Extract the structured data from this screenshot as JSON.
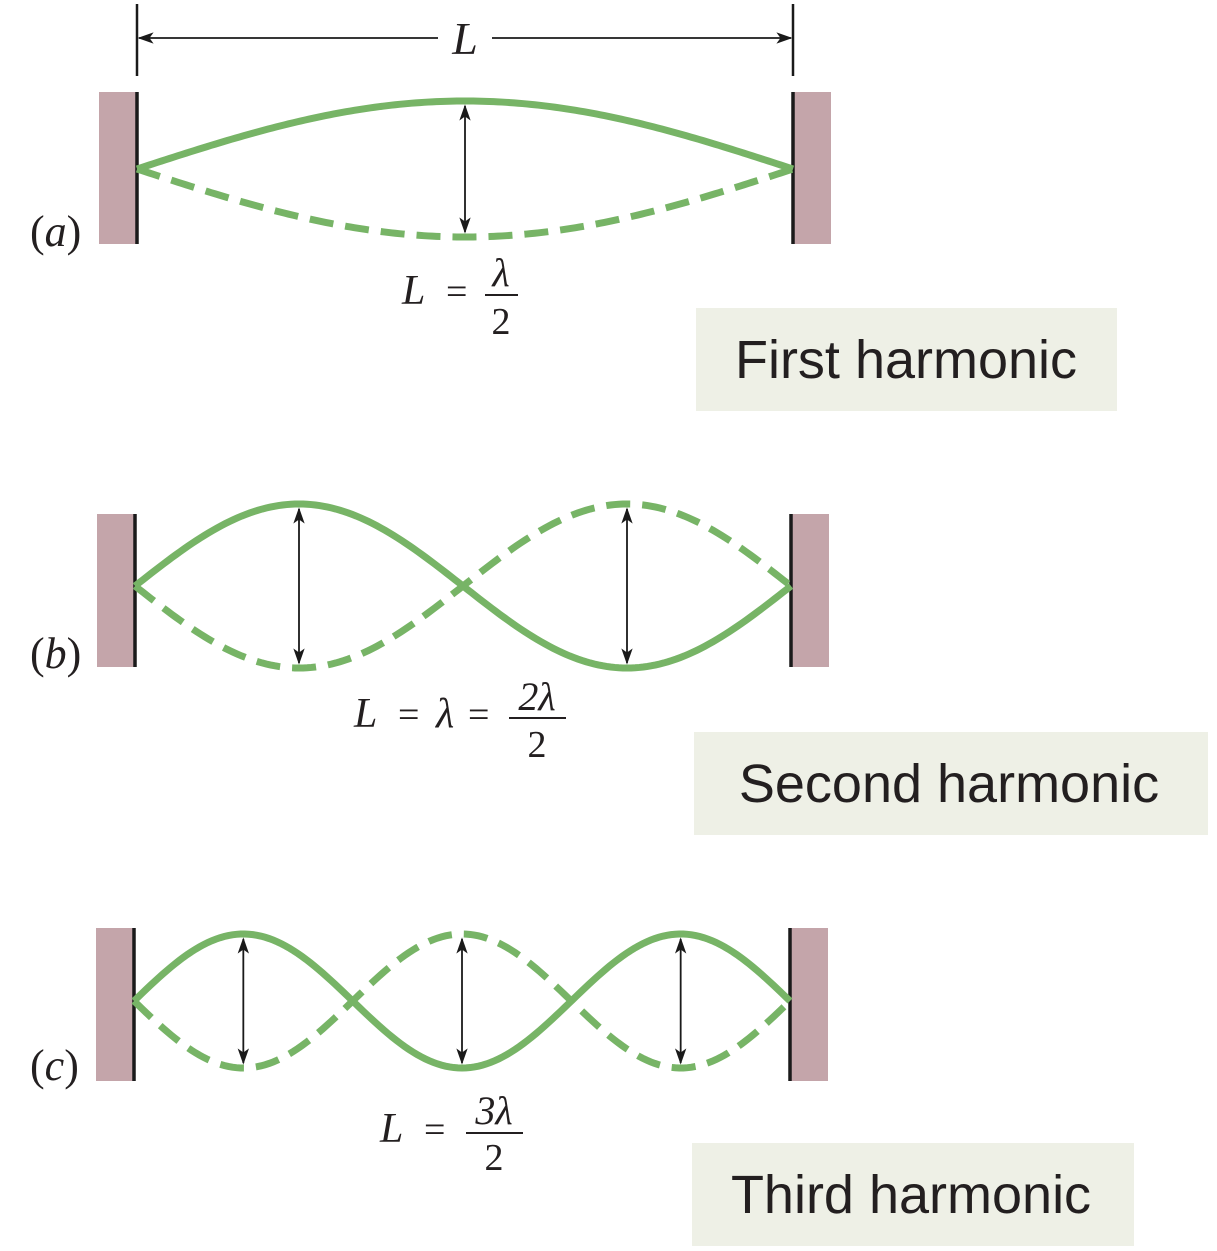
{
  "colors": {
    "wave": "#77b466",
    "wall": "#c4a5aa",
    "wall_edge": "#1a1a1a",
    "arrow": "#1a1a1a",
    "box": "#eef0e6",
    "text": "#231f20"
  },
  "dimension": {
    "label": "L"
  },
  "panels": [
    {
      "id": "a",
      "label": "a",
      "harmonic": 1,
      "equation": {
        "lhs": "L",
        "mid": "",
        "num": "λ",
        "den": "2"
      },
      "box_label": "First harmonic"
    },
    {
      "id": "b",
      "label": "b",
      "harmonic": 2,
      "equation": {
        "lhs": "L",
        "mid": "λ",
        "num": "2λ",
        "den": "2"
      },
      "box_label": "Second harmonic"
    },
    {
      "id": "c",
      "label": "c",
      "harmonic": 3,
      "equation": {
        "lhs": "L",
        "mid": "",
        "num": "3λ",
        "den": "2"
      },
      "box_label": "Third harmonic"
    }
  ]
}
